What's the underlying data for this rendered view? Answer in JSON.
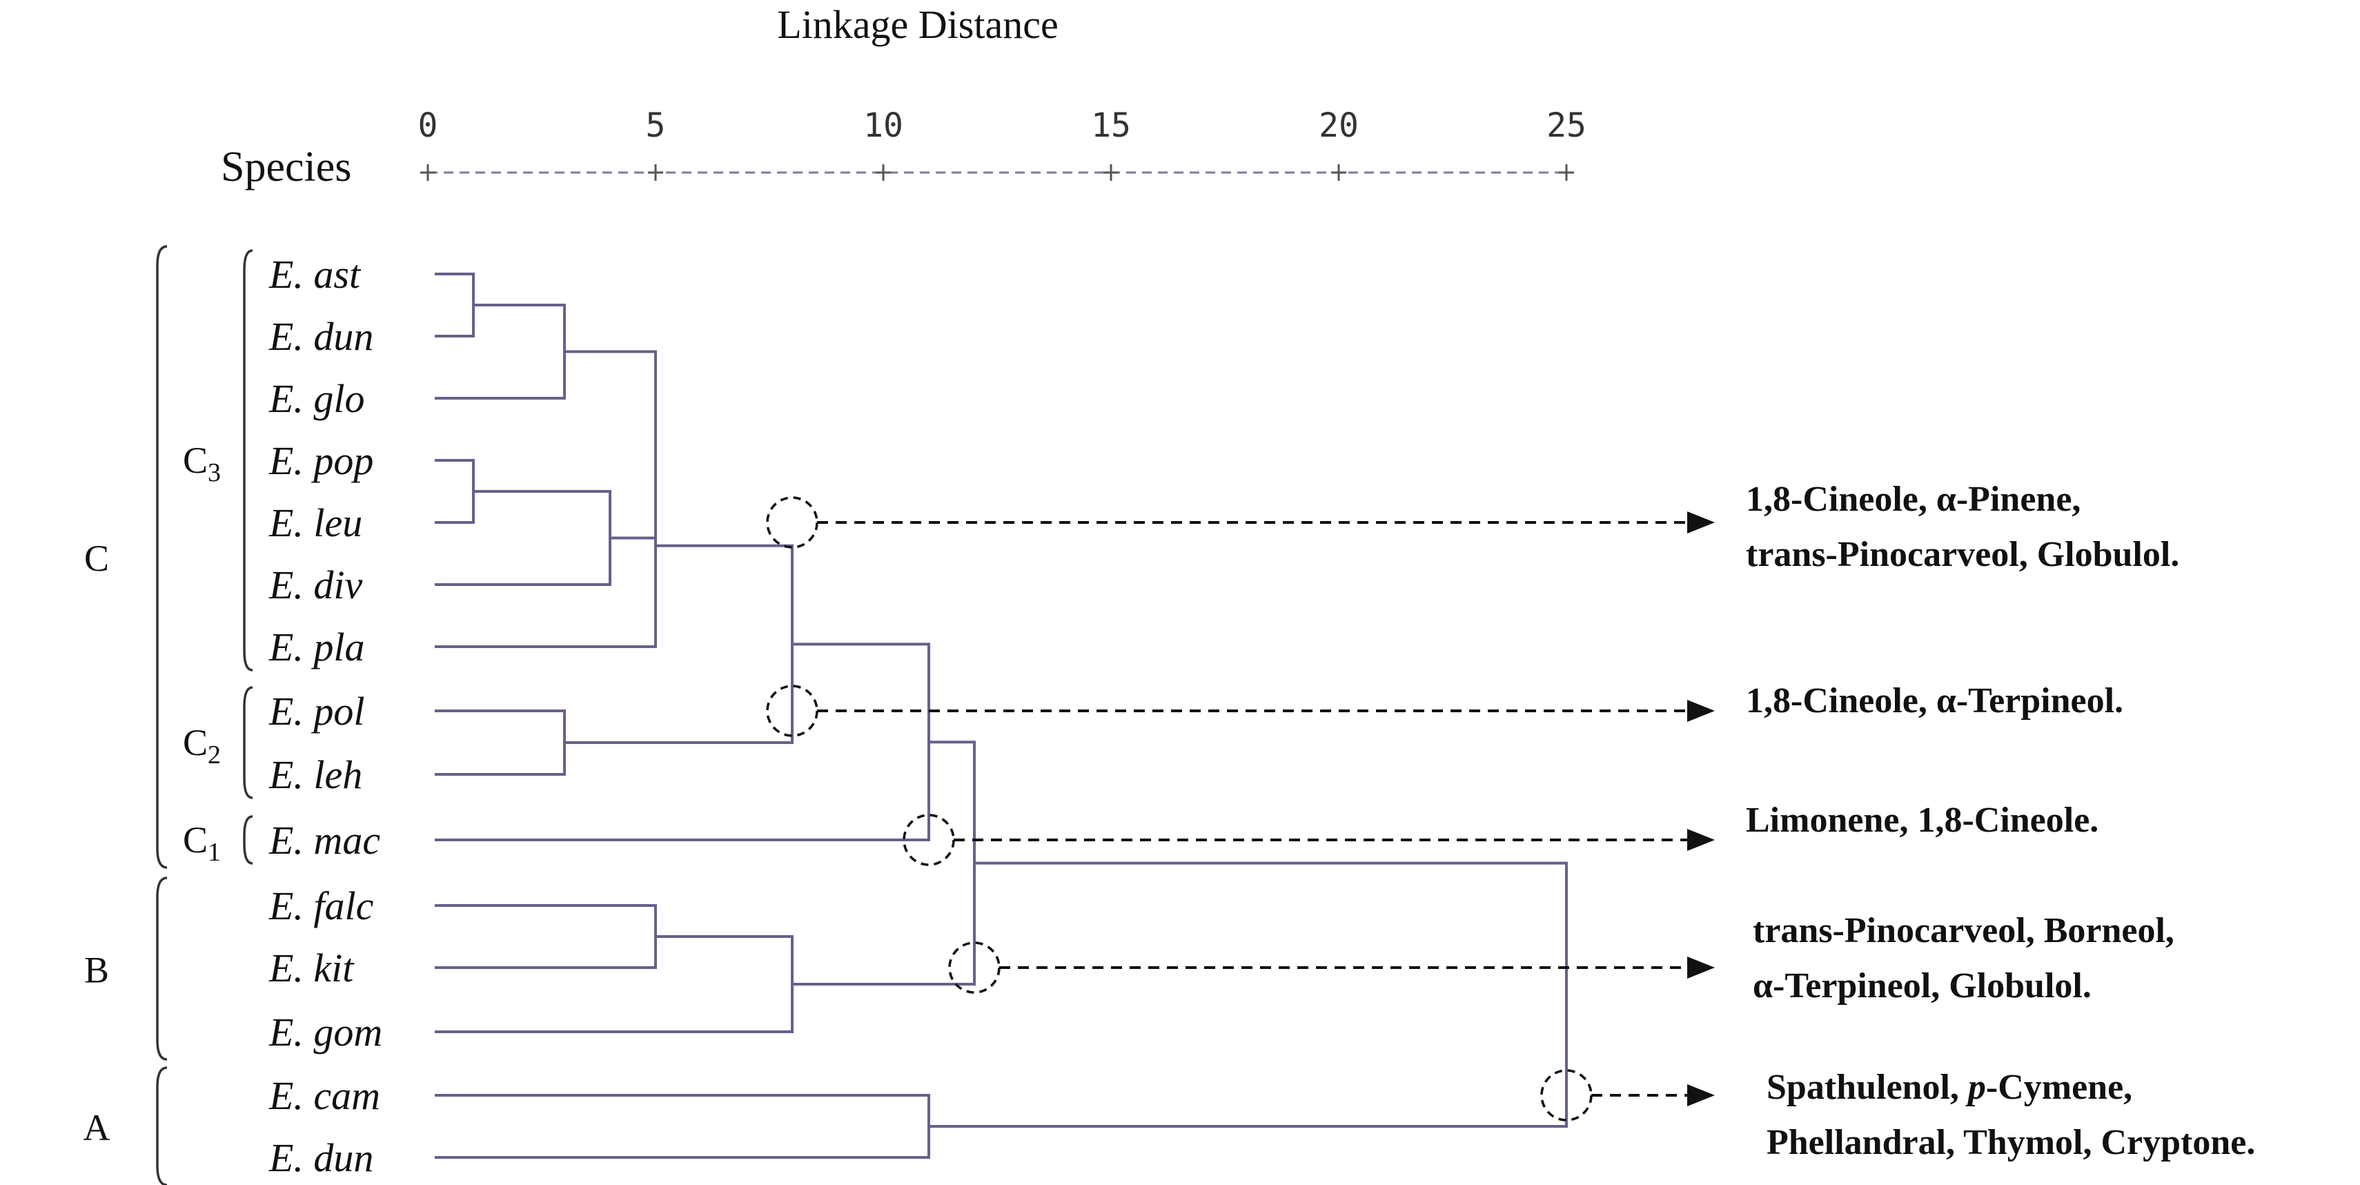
{
  "header": {
    "title": "Linkage Distance",
    "species_label": "Species"
  },
  "axis": {
    "ticks": [
      0,
      5,
      10,
      15,
      20,
      25
    ]
  },
  "leaves": [
    "E. ast",
    "E. dun",
    "E. glo",
    "E. pop",
    "E. leu",
    "E. div",
    "E. pla",
    "E. pol",
    "E. leh",
    "E. mac",
    "E. falc",
    "E. kit",
    "E. gom",
    "E. cam",
    "E. dun"
  ],
  "clusters": [
    {
      "name": "C",
      "leaves": [
        0,
        9
      ]
    },
    {
      "name": "B",
      "leaves": [
        10,
        12
      ]
    },
    {
      "name": "A",
      "leaves": [
        13,
        14
      ]
    }
  ],
  "subclusters": [
    {
      "name": "C",
      "sub": "3",
      "leaves": [
        0,
        6
      ]
    },
    {
      "name": "C",
      "sub": "2",
      "leaves": [
        7,
        8
      ]
    },
    {
      "name": "C",
      "sub": "1",
      "leaves": [
        9,
        9
      ]
    }
  ],
  "annotations": [
    {
      "lines": [
        [
          {
            "t": "1,8-Cineole, α-Pinene,"
          }
        ],
        [
          {
            "t": "trans-Pinocarveol, Globulol."
          }
        ]
      ]
    },
    {
      "lines": [
        [
          {
            "t": "1,8-Cineole, α-Terpineol."
          }
        ]
      ]
    },
    {
      "lines": [
        [
          {
            "t": "Limonene, 1,8-Cineole."
          }
        ]
      ]
    },
    {
      "lines": [
        [
          {
            "t": "trans-Pinocarveol, Borneol,"
          }
        ],
        [
          {
            "t": "α-Terpineol, Globulol."
          }
        ]
      ]
    },
    {
      "lines": [
        [
          {
            "t": "Spathulenol, "
          },
          {
            "t": "p",
            "italic": true
          },
          {
            "t": "-Cymene,"
          }
        ],
        [
          {
            "t": "Phellandral, Thymol, Cryptone."
          }
        ]
      ]
    }
  ]
}
